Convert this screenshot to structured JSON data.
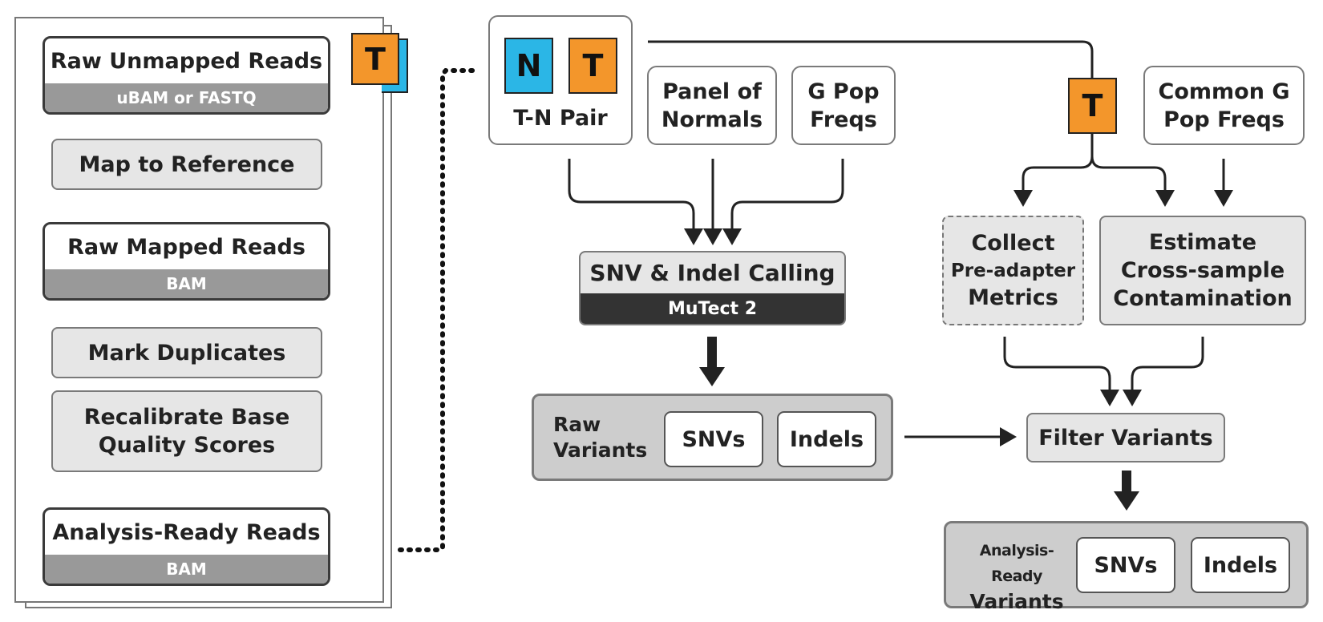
{
  "preprocessing": {
    "tile_t": "T",
    "raw_unmapped": {
      "title": "Raw Unmapped Reads",
      "format": "uBAM or FASTQ"
    },
    "map_to_reference": "Map to Reference",
    "raw_mapped": {
      "title": "Raw Mapped Reads",
      "format": "BAM"
    },
    "mark_duplicates": "Mark Duplicates",
    "recalibrate": [
      "Recalibrate Base",
      "Quality Scores"
    ],
    "analysis_ready": {
      "title": "Analysis-Ready Reads",
      "format": "BAM"
    }
  },
  "inputs": {
    "tn_pair": {
      "tile_n": "N",
      "tile_t": "T",
      "label": "T-N Pair"
    },
    "panel_of_normals": [
      "Panel of",
      "Normals"
    ],
    "g_pop_freqs": [
      "G Pop",
      "Freqs"
    ],
    "tumor_tile": "T",
    "common_g_pop_freqs": [
      "Common G",
      "Pop Freqs"
    ]
  },
  "calling": {
    "title": "SNV & Indel Calling",
    "tool": "MuTect 2"
  },
  "raw_variants": {
    "label": [
      "Raw",
      "Variants"
    ],
    "snvs": "SNVs",
    "indels": "Indels"
  },
  "collect_metrics": [
    "Collect",
    "Pre-adapter",
    "Metrics"
  ],
  "estimate_contamination": [
    "Estimate",
    "Cross-sample",
    "Contamination"
  ],
  "filter_variants": "Filter Variants",
  "analysis_ready_variants": {
    "label": [
      "Analysis-Ready",
      "Variants"
    ],
    "snvs": "SNVs",
    "indels": "Indels"
  },
  "colors": {
    "tumor": "#f3962b",
    "normal": "#2bb6e6",
    "step_fill": "#e6e6e6",
    "format_bar": "#999999",
    "tool_bar": "#333333",
    "group_fill": "#cdcdcd"
  }
}
